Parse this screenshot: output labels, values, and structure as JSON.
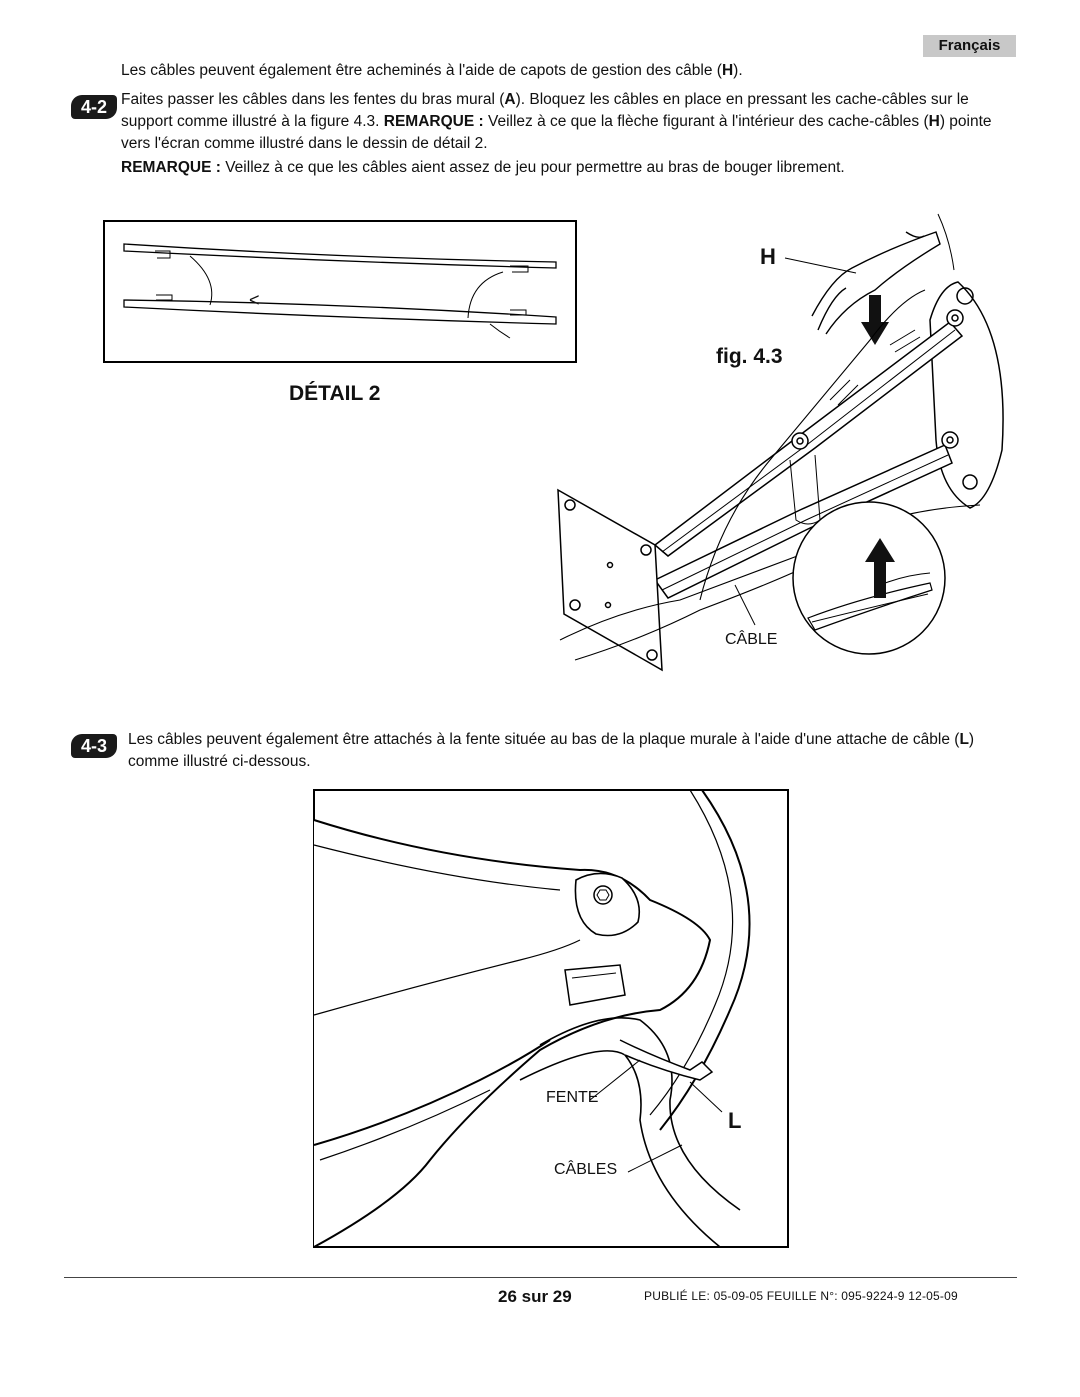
{
  "header": {
    "language": "Français"
  },
  "intro": {
    "pre": "Les câbles peuvent également être acheminés à l'aide de capots de gestion des câble (",
    "key": "H",
    "post": ")."
  },
  "step_4_2": {
    "badge": "4-2",
    "t1": "Faites passer les câbles dans les fentes du bras mural (",
    "k1": "A",
    "t2": "). Bloquez les câbles en place en pressant les cache-câbles sur le support comme illustré à la figure 4.3. ",
    "k2": "REMARQUE :",
    "t3": " Veillez à ce que la flèche figurant à l'intérieur des cache-câbles (",
    "k3": "H",
    "t4": ") pointe vers l'écran comme illustré dans le dessin de détail 2."
  },
  "note": {
    "label": "REMARQUE :",
    "text": " Veillez à ce que les câbles aient assez de jeu pour permettre au bras de bouger librement."
  },
  "figure_4_3": {
    "detail_label": "DÉTAIL 2",
    "fig_label": "fig. 4.3",
    "h_label": "H",
    "cable_label": "CÂBLE",
    "arrow_glyph": "<"
  },
  "step_4_3": {
    "badge": "4-3",
    "t1": "Les câbles peuvent également être attachés à la fente située au bas de la plaque murale à l'aide d'une attache de câble (",
    "k1": "L",
    "t2": ") comme illustré ci-dessous."
  },
  "figure_bottom": {
    "fente_label": "FENTE",
    "cables_label": "CÂBLES",
    "l_label": "L"
  },
  "footer": {
    "page": "26 sur 29",
    "published": "PUBLIÉ LE: 05-09-05  FEUILLE N°: 095-9224-9  12-05-09"
  }
}
